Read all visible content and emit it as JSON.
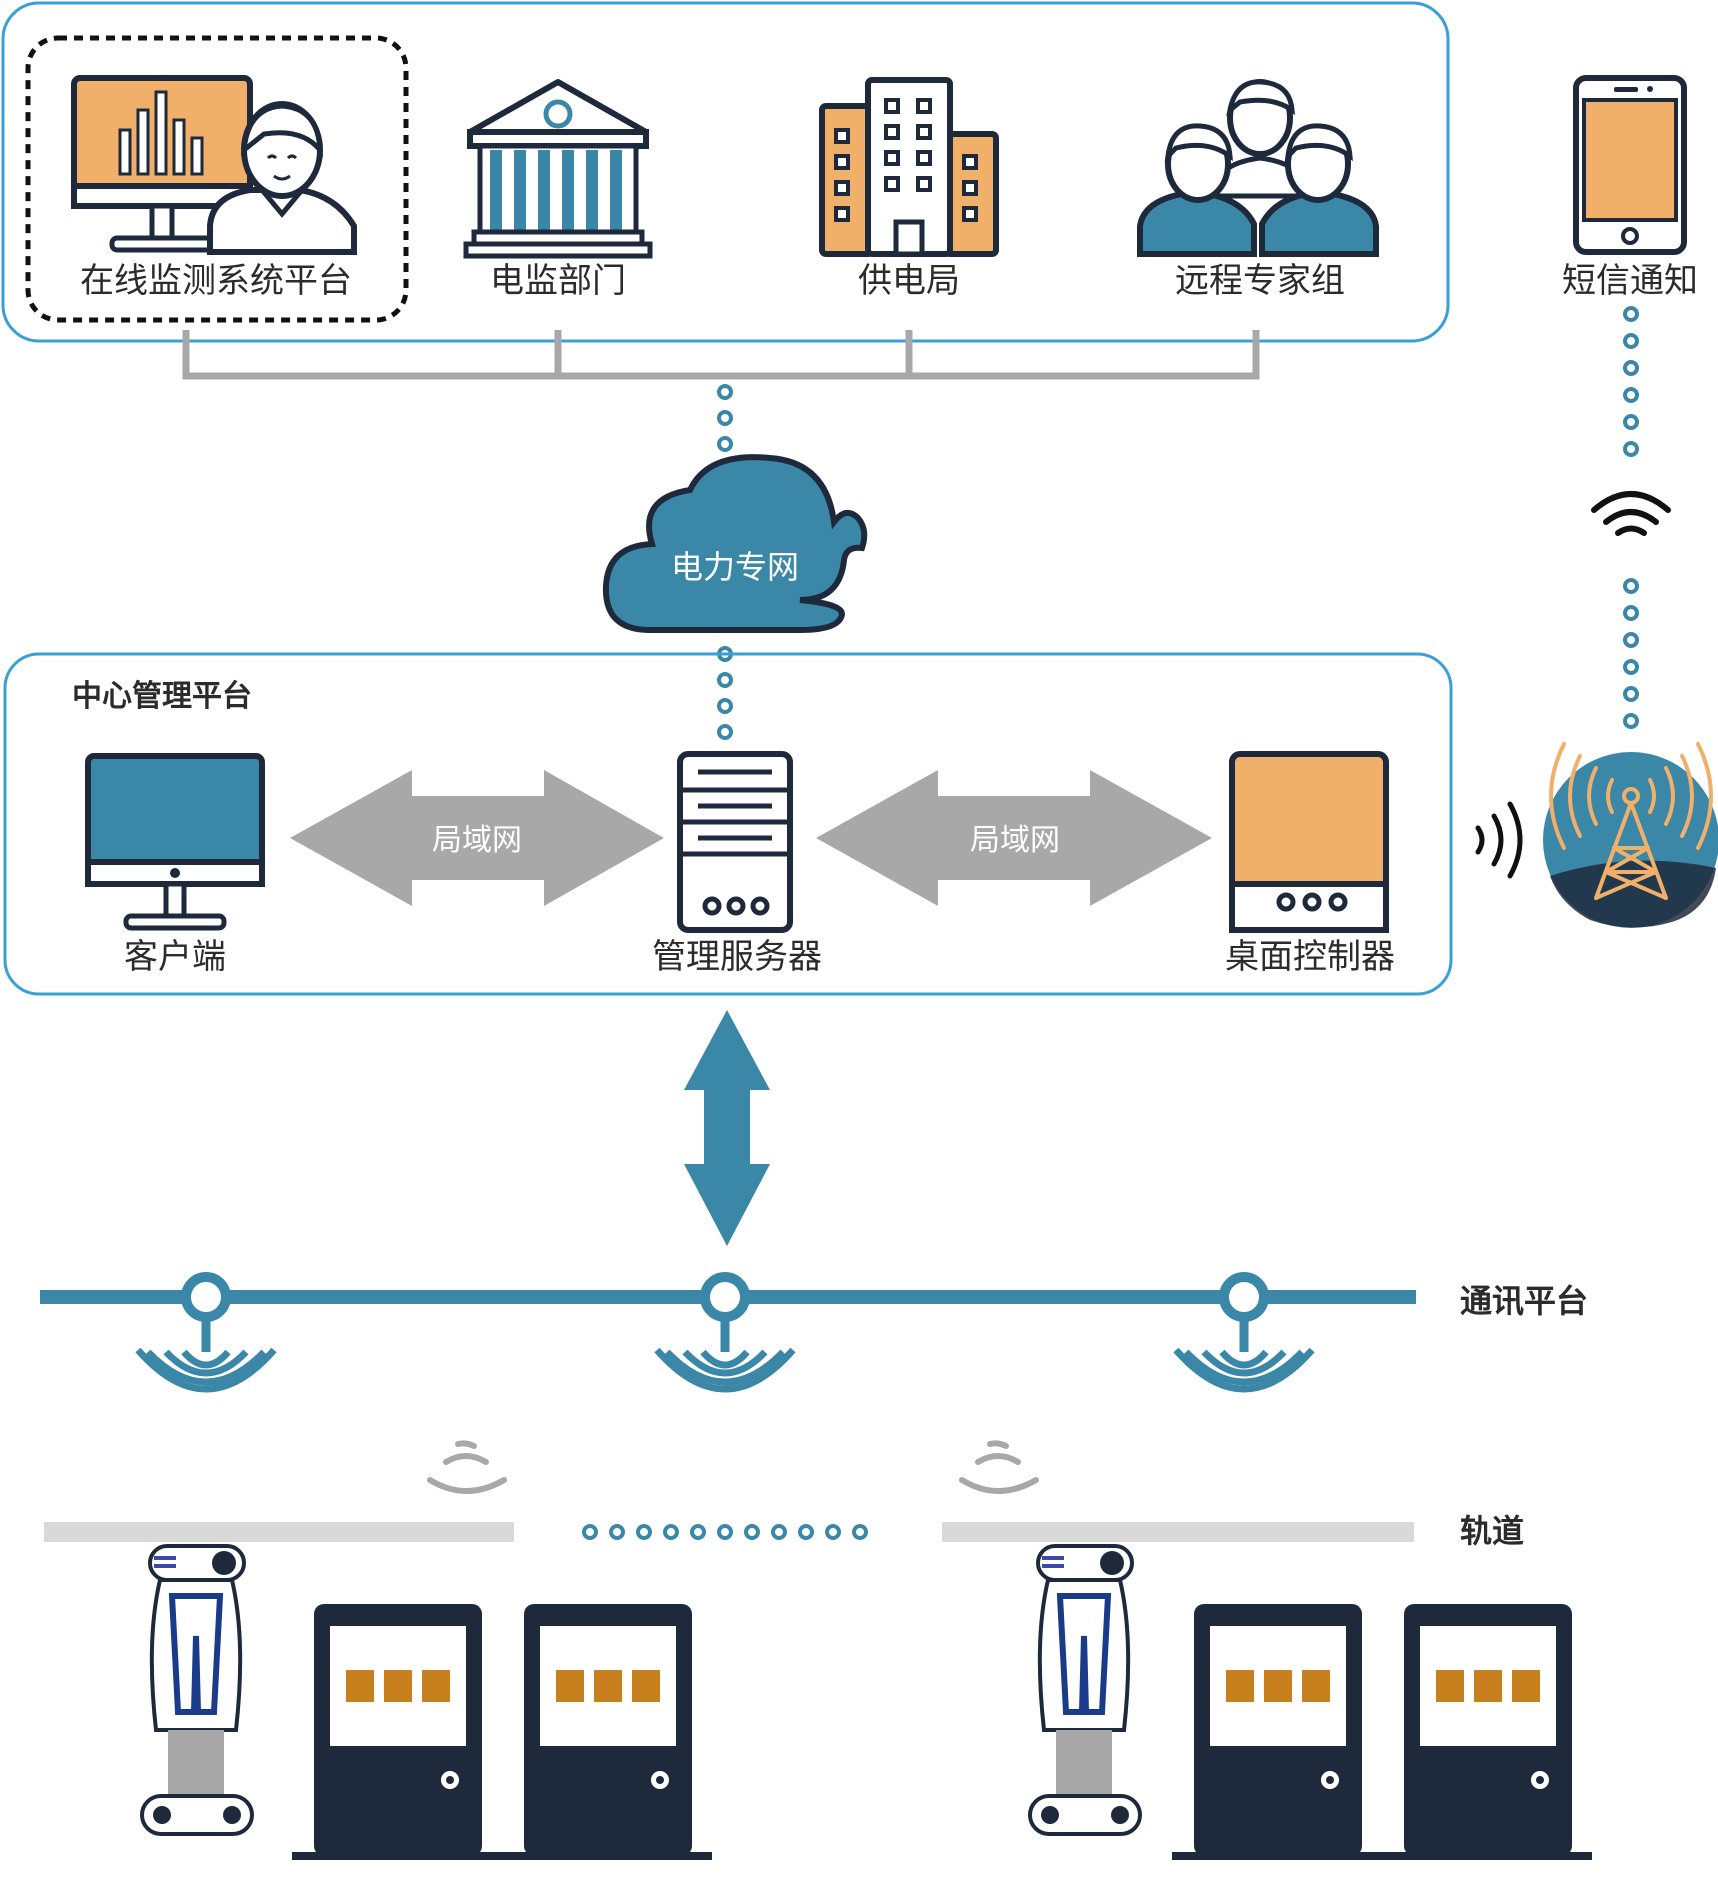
{
  "diagram": {
    "top_group": {
      "items": [
        {
          "label": "在线监测系统平台",
          "icon": "monitor-chart-user-icon"
        },
        {
          "label": "电监部门",
          "icon": "government-building-icon"
        },
        {
          "label": "供电局",
          "icon": "office-buildings-icon"
        },
        {
          "label": "远程专家组",
          "icon": "expert-group-icon"
        }
      ]
    },
    "sms": {
      "label": "短信通知",
      "icon": "mobile-phone-icon"
    },
    "cloud": {
      "label": "电力专网",
      "icon": "cloud-icon"
    },
    "center": {
      "title": "中心管理平台",
      "client": {
        "label": "客户端",
        "icon": "desktop-monitor-icon"
      },
      "server": {
        "label": "管理服务器",
        "icon": "server-tower-icon"
      },
      "controller": {
        "label": "桌面控制器",
        "icon": "desktop-controller-icon"
      },
      "lan_left": "局域网",
      "lan_right": "局域网"
    },
    "tower": {
      "icon": "radio-tower-icon"
    },
    "comm": {
      "label": "通讯平台"
    },
    "track": {
      "label": "轨道"
    }
  },
  "colors": {
    "blue": "#3a87a8",
    "frame_blue": "#3a9fd6",
    "orange": "#f0b06a",
    "navy": "#1e2a3c",
    "gray": "#a8a8a8",
    "dark_orange": "#c8801e"
  }
}
